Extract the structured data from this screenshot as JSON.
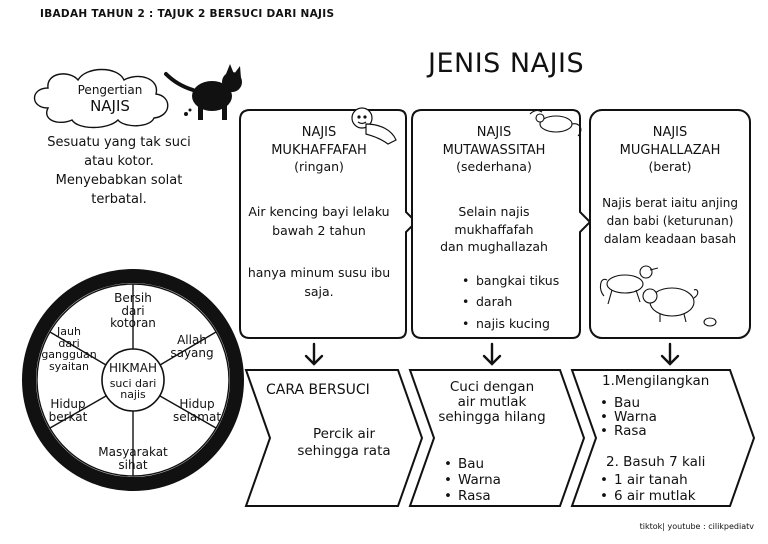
{
  "header": {
    "title": "IBADAH TAHUN 2 : TAJUK 2 BERSUCI DARI NAJIS"
  },
  "main_title": "JENIS NAJIS",
  "pengertian": {
    "cloud_line1": "Pengertian",
    "cloud_line2": "NAJIS",
    "definition": [
      "Sesuatu yang tak suci",
      "atau kotor.",
      "Menyebabkan solat",
      "terbatal."
    ]
  },
  "hikmah": {
    "center": "HIKMAH",
    "center_sub": [
      "suci dari",
      "najis"
    ],
    "segments": {
      "top": [
        "Bersih",
        "dari",
        "kotoran"
      ],
      "upper_right": [
        "Allah",
        "sayang"
      ],
      "right": [
        "Hidup",
        "selamat"
      ],
      "bottom": [
        "Masyarakat",
        "sihat"
      ],
      "left": [
        "Hidup",
        "berkat"
      ],
      "upper_left": [
        "Jauh",
        "dari",
        "gangguan",
        "syaitan"
      ]
    }
  },
  "jenis": [
    {
      "title": "NAJIS",
      "name": "MUKHAFFAFAH",
      "level": "(ringan)",
      "desc": [
        "Air kencing bayi lelaku",
        "bawah 2 tahun"
      ],
      "desc2": [
        "hanya minum susu ibu",
        "saja."
      ]
    },
    {
      "title": "NAJIS",
      "name": "MUTAWASSITAH",
      "level": "(sederhana)",
      "desc": [
        "Selain najis",
        "mukhaffafah",
        "dan mughallazah"
      ],
      "bullets": [
        "bangkai tikus",
        "darah",
        "najis kucing"
      ]
    },
    {
      "title": "NAJIS",
      "name": "MUGHALLAZAH",
      "level": "(berat)",
      "desc": [
        "Najis berat iaitu anjing",
        "dan babi (keturunan)",
        "dalam keadaan basah"
      ]
    }
  ],
  "cara": {
    "label": "CARA BERSUCI",
    "ringan": [
      "Percik air",
      "sehingga rata"
    ],
    "sederhana": {
      "lines": [
        "Cuci dengan",
        "air mutlak",
        "sehingga hilang"
      ],
      "bullets": [
        "Bau",
        "Warna",
        "Rasa"
      ]
    },
    "berat": {
      "step1": "1.Mengilangkan",
      "bullets1": [
        "Bau",
        "Warna",
        "Rasa"
      ],
      "step2": "2. Basuh 7 kali",
      "bullets2": [
        "1 air tanah",
        "6 air mutlak"
      ]
    }
  },
  "footer": "tiktok| youtube : cilikpediatv",
  "icons": [
    "cat-icon",
    "baby-icon",
    "rat-icon",
    "dog-icon",
    "pig-icon",
    "down-arrow-icon"
  ]
}
